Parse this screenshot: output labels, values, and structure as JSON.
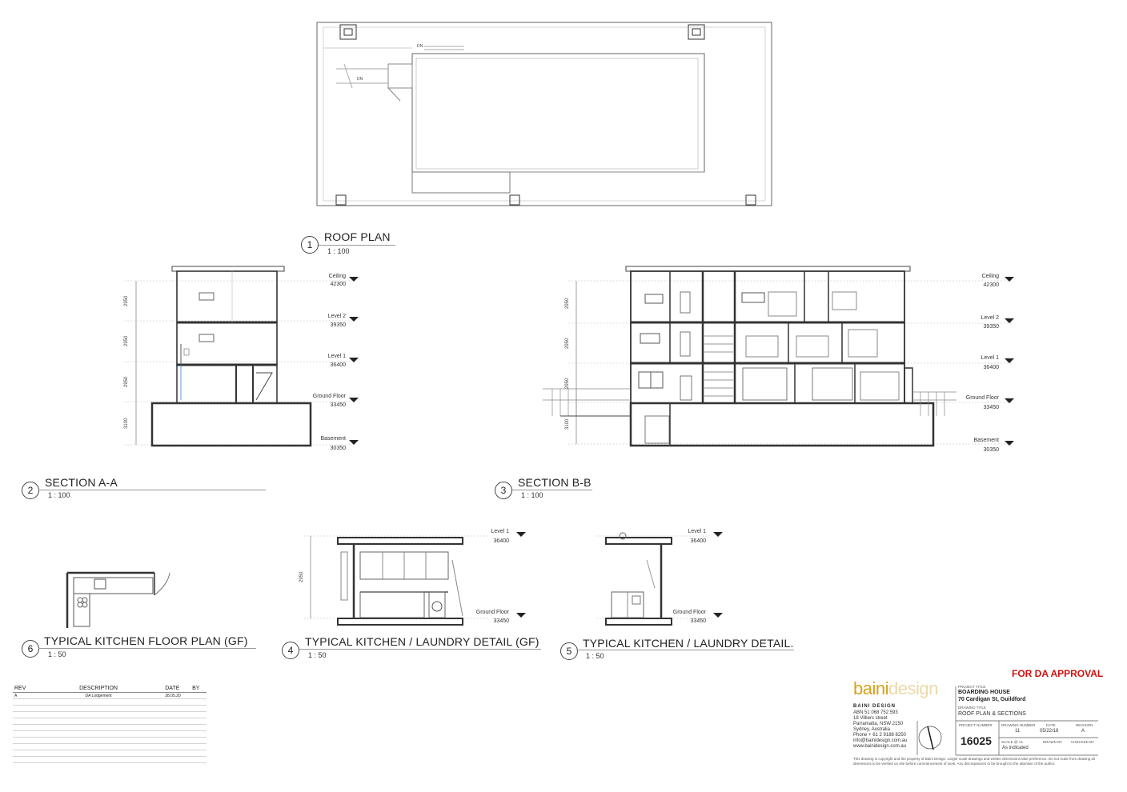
{
  "roof_plan": {
    "number": "1",
    "title": "ROOF PLAN",
    "scale": "1 : 100",
    "labels": [
      "DN",
      "DN"
    ]
  },
  "section_aa": {
    "number": "2",
    "title": "SECTION A-A",
    "scale": "1 : 100",
    "levels": [
      {
        "name": "Ceiling",
        "value": "42300"
      },
      {
        "name": "Level 2",
        "value": "39350"
      },
      {
        "name": "Level 1",
        "value": "36400"
      },
      {
        "name": "Ground Floor",
        "value": "33450"
      },
      {
        "name": "Basement",
        "value": "30350"
      }
    ],
    "dims": [
      "2950",
      "2950",
      "2950",
      "3100"
    ]
  },
  "section_bb": {
    "number": "3",
    "title": "SECTION B-B",
    "scale": "1 : 100",
    "levels": [
      {
        "name": "Ceiling",
        "value": "42300"
      },
      {
        "name": "Level 2",
        "value": "39350"
      },
      {
        "name": "Level 1",
        "value": "36400"
      },
      {
        "name": "Ground Floor",
        "value": "33450"
      },
      {
        "name": "Basement",
        "value": "30350"
      }
    ],
    "dims": [
      "2950",
      "2950",
      "2950",
      "3100"
    ]
  },
  "kitchen_plan": {
    "number": "6",
    "title": "TYPICAL KITCHEN FLOOR PLAN (GF)",
    "scale": "1 : 50"
  },
  "kitchen_detail_gf": {
    "number": "4",
    "title": "TYPICAL KITCHEN / LAUNDRY DETAIL (GF)",
    "scale": "1 : 50",
    "levels": [
      {
        "name": "Level 1",
        "value": "36400"
      },
      {
        "name": "Ground Floor",
        "value": "33450"
      }
    ],
    "dim": "2950"
  },
  "kitchen_detail": {
    "number": "5",
    "title": "TYPICAL KITCHEN / LAUNDRY DETAIL.",
    "scale": "1 : 50",
    "levels": [
      {
        "name": "Level 1",
        "value": "36400"
      },
      {
        "name": "Ground Floor",
        "value": "33450"
      }
    ]
  },
  "revisions": {
    "headers": [
      "REV",
      "DESCRIPTION",
      "DATE",
      "BY"
    ],
    "rows": [
      {
        "rev": "A",
        "description": "DA Lodgement",
        "date": "28.05.20",
        "by": ""
      }
    ]
  },
  "title_block": {
    "approval": "FOR DA APPROVAL",
    "logo_main": "baini",
    "logo_accent": "design",
    "company": "BAINI DESIGN",
    "address_lines": [
      "ABN 51 068 752 593",
      "18 Villiers street",
      "Parramatta, NSW 2150",
      "Sydney, Australia",
      "Phone + 61 2 9188 8250",
      "info@bainidesign.com.au",
      "www.bainidesign.com.au"
    ],
    "project_title_label": "PROJECT TITLE",
    "project_title": "BOARDING HOUSE",
    "project_address": "70 Cardigan St, Guildford",
    "drawing_title_label": "DRAWING TITLE",
    "drawing_title": "ROOF PLAN & SECTIONS",
    "project_number_label": "PROJECT NUMBER",
    "project_number": "16025",
    "drawing_number_label": "DRAWING NUMBER",
    "drawing_number": "11",
    "date_label": "DATE",
    "date": "05/22/18",
    "revision_label": "REVISION",
    "revision": "A",
    "scale_label": "SCALE @ A1",
    "scale": "As indicated",
    "drawn_label": "DRAWN BY",
    "checked_label": "CHECKED BY",
    "disclaimer": "This drawing is copyright and the property of Baini Design. Larger scale drawings and written dimensions take preference. Do not scale from drawing all dimensions to be verified on site before commencement of work. Any discrepancies to be brought to the attention of the author."
  }
}
